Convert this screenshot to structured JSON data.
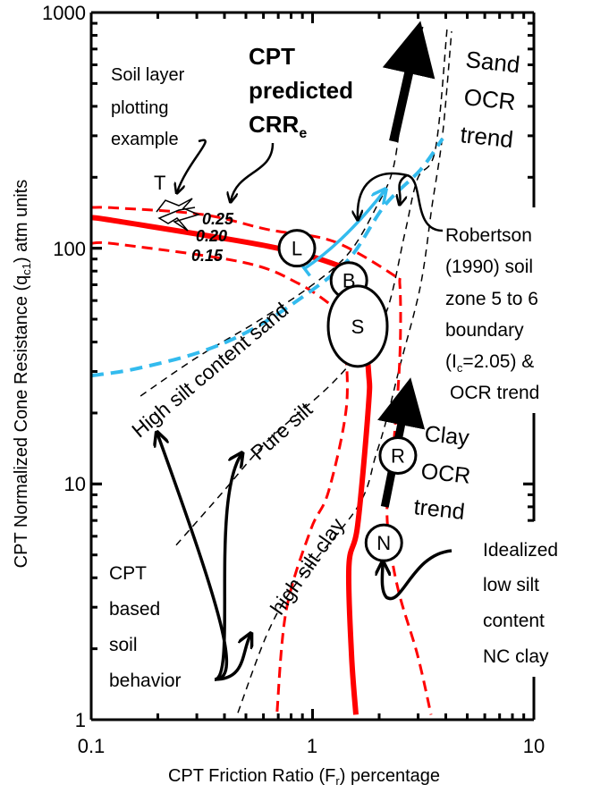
{
  "chart_data": {
    "type": "line",
    "title": "CPT predicted CRR",
    "title_subscript": "e",
    "xlabel": "CPT Friction Ratio (F",
    "xlabel_subscript": "r",
    "xlabel_tail": ") percentage",
    "ylabel": "CPT Normalized Cone Resistance (q",
    "ylabel_subscript": "c1",
    "ylabel_tail": ") atm units",
    "xscale": "log",
    "yscale": "log",
    "xlim": [
      0.1,
      10
    ],
    "ylim": [
      1,
      1000
    ],
    "xticks": [
      {
        "v": 0.1,
        "label": "0.1"
      },
      {
        "v": 1,
        "label": "1"
      },
      {
        "v": 10,
        "label": "10"
      }
    ],
    "yticks": [
      {
        "v": 1,
        "label": "1"
      },
      {
        "v": 10,
        "label": "10"
      },
      {
        "v": 100,
        "label": "100"
      },
      {
        "v": 1000,
        "label": "1000"
      }
    ],
    "crr_curves": [
      {
        "name": "CRR 0.25",
        "label": "0.25",
        "style": "dashed",
        "color": "#ff0000",
        "points": [
          [
            0.1,
            149
          ],
          [
            0.133,
            148
          ],
          [
            0.32,
            139
          ],
          [
            0.63,
            120
          ],
          [
            1.24,
            107
          ],
          [
            2.32,
            77
          ],
          [
            2.48,
            70
          ],
          [
            2.48,
            34.4
          ],
          [
            2.32,
            14.4
          ],
          [
            2.17,
            8.0
          ],
          [
            2.26,
            5.16
          ],
          [
            2.48,
            3.34
          ],
          [
            2.98,
            1.88
          ],
          [
            3.43,
            1.05
          ]
        ]
      },
      {
        "name": "CRR 0.20",
        "label": "0.20",
        "style": "solid",
        "color": "#ff0000",
        "points": [
          [
            0.1,
            135
          ],
          [
            0.133,
            130
          ],
          [
            0.63,
            102
          ],
          [
            1.24,
            86
          ],
          [
            1.57,
            76
          ],
          [
            1.68,
            55
          ],
          [
            1.79,
            30
          ],
          [
            1.79,
            21.6
          ],
          [
            1.6,
            6.71
          ],
          [
            1.46,
            4.5
          ],
          [
            1.5,
            1.88
          ],
          [
            1.57,
            1.05
          ]
        ]
      },
      {
        "name": "CRR 0.15",
        "label": "0.15",
        "style": "dashed",
        "color": "#ff0000",
        "points": [
          [
            0.1,
            105
          ],
          [
            0.133,
            104
          ],
          [
            0.49,
            87
          ],
          [
            0.86,
            71
          ],
          [
            1.24,
            56.5
          ],
          [
            1.33,
            51.8
          ],
          [
            1.4,
            40
          ],
          [
            1.42,
            20.9
          ],
          [
            1.18,
            9.27
          ],
          [
            0.98,
            6.37
          ],
          [
            0.76,
            2.9
          ],
          [
            0.69,
            1.05
          ]
        ]
      }
    ],
    "soil_boundaries": [
      {
        "name": "high-silt-sand-upper",
        "points": [
          [
            0.167,
            23.6
          ],
          [
            0.3,
            34.4
          ],
          [
            0.558,
            48.7
          ],
          [
            0.98,
            69
          ],
          [
            1.46,
            95.5
          ],
          [
            1.93,
            148
          ],
          [
            2.32,
            221
          ],
          [
            2.62,
            472
          ],
          [
            3.15,
            869
          ]
        ]
      },
      {
        "name": "pure-silt-boundary",
        "points": [
          [
            0.242,
            5.5
          ],
          [
            0.385,
            9.03
          ],
          [
            0.63,
            15.3
          ],
          [
            1.18,
            25.8
          ],
          [
            1.7,
            38
          ],
          [
            2.17,
            54.6
          ],
          [
            2.62,
            117
          ],
          [
            2.98,
            197
          ],
          [
            3.59,
            263
          ],
          [
            4.06,
            869
          ]
        ]
      },
      {
        "name": "high-silt-clay-boundary",
        "points": [
          [
            0.46,
            1.07
          ],
          [
            0.63,
            2.36
          ],
          [
            0.86,
            3.88
          ],
          [
            1.6,
            8.0
          ],
          [
            1.93,
            13.2
          ],
          [
            2.17,
            19.1
          ],
          [
            2.48,
            31.5
          ],
          [
            3.07,
            69
          ],
          [
            3.47,
            152
          ],
          [
            3.87,
            305
          ],
          [
            4.25,
            832
          ]
        ]
      }
    ],
    "robertson_boundary": {
      "color": "#33bbee",
      "points": [
        [
          0.1,
          28.8
        ],
        [
          0.156,
          30.7
        ],
        [
          0.3,
          35.9
        ],
        [
          0.52,
          44.7
        ],
        [
          0.92,
          63
        ],
        [
          1.46,
          90
        ],
        [
          2.12,
          152
        ],
        [
          3.07,
          215
        ],
        [
          3.87,
          292
        ]
      ]
    },
    "robertson_trend_arrow": {
      "from": [
        0.92,
        82
      ],
      "to": [
        2.12,
        176
      ]
    },
    "sand_ocr_arrow": {
      "from": [
        2.32,
        284
      ],
      "to": [
        3.0,
        832
      ]
    },
    "clay_ocr_arrow": {
      "from": [
        2.12,
        8.0
      ],
      "to": [
        2.72,
        25.8
      ]
    },
    "markers": [
      {
        "label": "L",
        "x": 0.85,
        "y": 100,
        "shape": "circle"
      },
      {
        "label": "B",
        "x": 1.46,
        "y": 73,
        "shape": "circle"
      },
      {
        "label": "S",
        "x": 1.6,
        "y": 46.7,
        "shape": "ellipse"
      },
      {
        "label": "R",
        "x": 2.43,
        "y": 13.2,
        "shape": "circle"
      },
      {
        "label": "N",
        "x": 2.1,
        "y": 5.63,
        "shape": "circle"
      }
    ],
    "soil_layer_marker": "T",
    "annotations": {
      "soil_layer": [
        "Soil layer",
        "plotting",
        "example"
      ],
      "cpt_title": [
        "CPT",
        "predicted",
        "CRR"
      ],
      "sand_ocr": [
        "Sand",
        "OCR",
        "trend"
      ],
      "robertson": [
        "Robertson",
        "(1990) soil",
        "zone 5 to 6",
        "boundary",
        "(I",
        "c",
        "=2.05) &",
        "OCR trend"
      ],
      "clay_ocr": [
        "Clay",
        "OCR",
        "trend"
      ],
      "idealized": [
        "Idealized",
        "low silt",
        "content",
        "NC clay"
      ],
      "soil_behavior": [
        "CPT",
        "based",
        "soil",
        "behavior"
      ],
      "zone_high_silt_sand": "High silt content sand",
      "zone_pure_silt": "Pure silt",
      "zone_high_silt_clay": "high silt clay"
    }
  }
}
